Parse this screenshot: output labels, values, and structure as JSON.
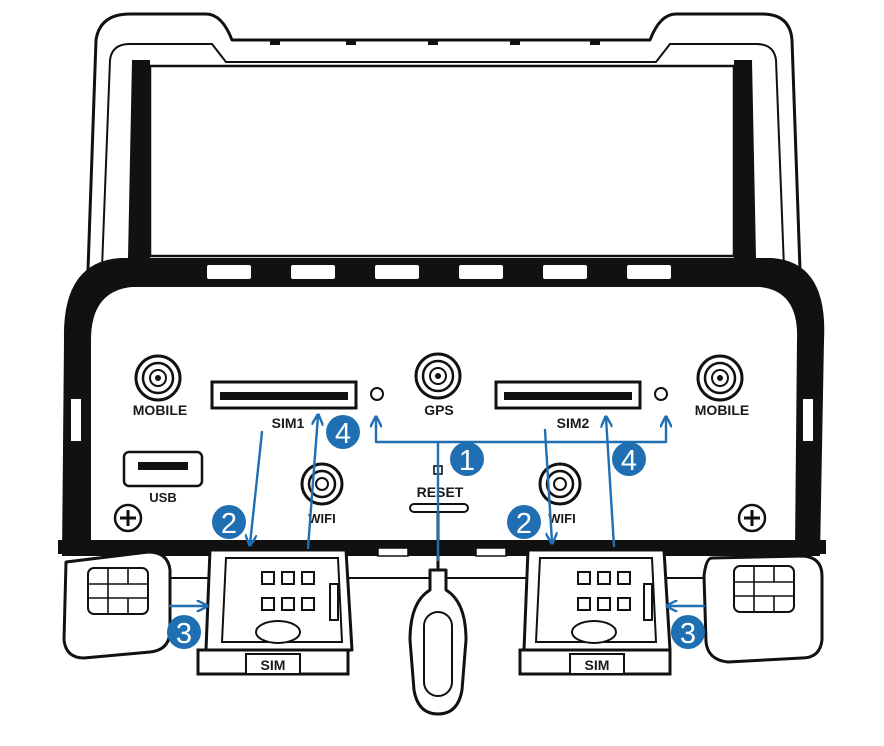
{
  "labels": {
    "mobile_left": "MOBILE",
    "mobile_right": "MOBILE",
    "gps": "GPS",
    "sim1": "SIM1",
    "sim2": "SIM2",
    "usb": "USB",
    "reset": "RESET",
    "wifi_left": "WIFI",
    "wifi_right": "WIFI",
    "sim_tray_left": "SIM",
    "sim_tray_right": "SIM"
  },
  "steps": {
    "step1": "1",
    "step2_left": "2",
    "step2_right": "2",
    "step3_left": "3",
    "step3_right": "3",
    "step4_left": "4",
    "step4_right": "4"
  },
  "colors": {
    "accent": "#1f6fb2",
    "outline": "#111111"
  }
}
